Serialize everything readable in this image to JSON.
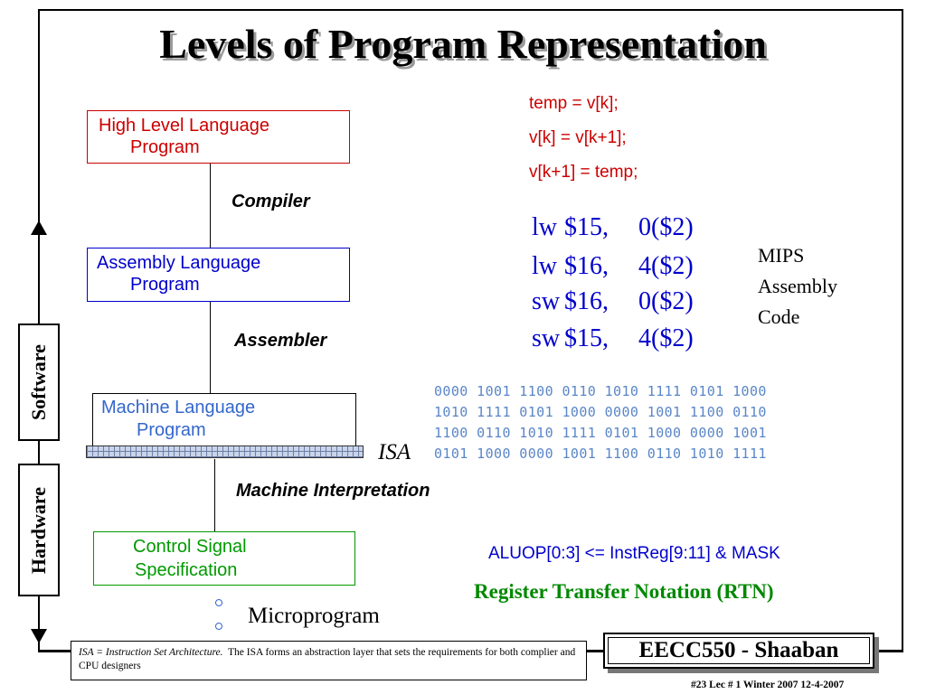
{
  "title": "Levels of Program Representation",
  "levels": {
    "hll": [
      "High Level Language",
      "Program"
    ],
    "asm": [
      "Assembly  Language",
      "Program"
    ],
    "ml": [
      "Machine  Language",
      "Program"
    ],
    "ctrl": [
      "Control Signal",
      "Specification"
    ]
  },
  "transitions": {
    "compiler": "Compiler",
    "assembler": "Assembler",
    "machine_interp": "Machine Interpretation",
    "isa": "ISA",
    "microprogram": "Microprogram"
  },
  "side_labels": {
    "software": "Software",
    "hardware": "Hardware"
  },
  "c_code": [
    "temp = v[k];",
    "v[k] = v[k+1];",
    "v[k+1] = temp;"
  ],
  "mips_code": [
    {
      "op": "lw",
      "reg": "$15,",
      "addr": "0($2)"
    },
    {
      "op": "lw",
      "reg": "$16,",
      "addr": "4($2)"
    },
    {
      "op": "sw",
      "reg": "$16,",
      "addr": "0($2)"
    },
    {
      "op": "sw",
      "reg": "$15,",
      "addr": "4($2)"
    }
  ],
  "mips_label": [
    "MIPS",
    "Assembly",
    "Code"
  ],
  "binary": [
    "0000 1001 1100 0110 1010 1111 0101 1000",
    "1010 1111 0101 1000 0000 1001 1100 0110",
    "1100 0110 1010 1111 0101 1000 0000 1001",
    "0101 1000 0000 1001 1100 0110 1010 1111"
  ],
  "rtn_example": "ALUOP[0:3] <= InstReg[9:11] & MASK",
  "rtn_label": "Register Transfer Notation (RTN)",
  "footnote": {
    "italic": "ISA = Instruction Set Architecture.",
    "text": "The ISA forms an abstraction layer that sets the requirements for both  complier and CPU designers"
  },
  "course": "EECC550 - Shaaban",
  "lecture_info": "#23   Lec # 1  Winter 2007  12-4-2007",
  "colors": {
    "hll": "#cc0000",
    "asm": "#0000cc",
    "ml": "#3366cc",
    "ctrl": "#009900",
    "rtn_green": "#008800"
  }
}
